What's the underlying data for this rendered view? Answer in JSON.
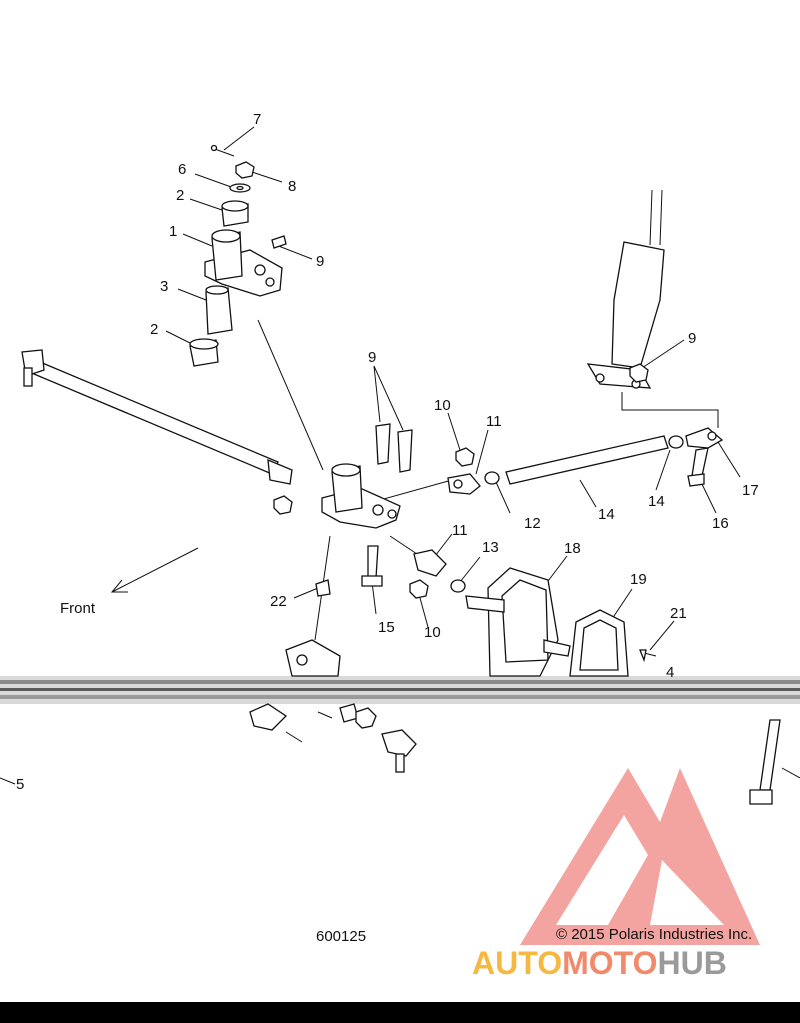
{
  "diagram": {
    "part_labels": [
      "1",
      "2",
      "2",
      "3",
      "4",
      "5",
      "6",
      "7",
      "8",
      "9",
      "9",
      "9",
      "10",
      "10",
      "11",
      "11",
      "12",
      "13",
      "14",
      "14",
      "15",
      "16",
      "17",
      "18",
      "19",
      "21",
      "22"
    ],
    "front_label": "Front",
    "figure_number": "600125",
    "copyright": "© 2015 Polaris Industries Inc.",
    "watermark": {
      "part1": "AUTO",
      "part2": "MOTO",
      "part3": "HUB",
      "colors": {
        "auto": "#f5b841",
        "moto": "#f08a6a",
        "hub": "#9a9a9a",
        "logo": "#f28a86"
      }
    }
  }
}
